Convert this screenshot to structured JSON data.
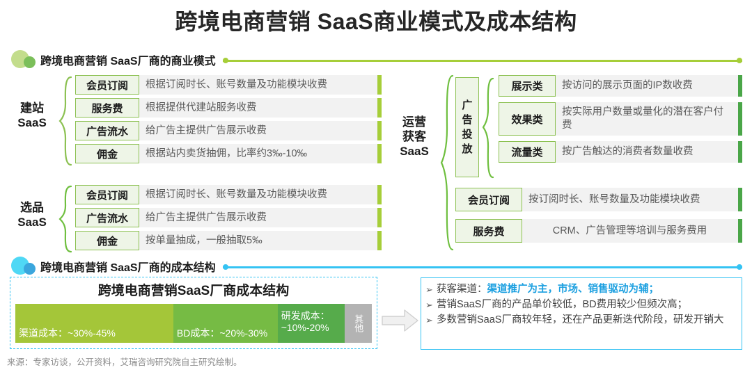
{
  "page": {
    "title": "跨境电商营销 SaaS商业模式及成本结构",
    "source": "来源：专家访谈，公开资料，艾瑞咨询研究院自主研究绘制。"
  },
  "colors": {
    "green_accent": "#a6ce39",
    "green_border": "#8cc152",
    "green_tag_fill": "#eef5e7",
    "row_fill": "#f2f2f2",
    "cyan": "#35c3f3",
    "cyan_text": "#1a9fe0",
    "bubble_green_large": "#c3dd8c",
    "bubble_green_small": "#7bbf5a",
    "bubble_cyan_large": "#4fd8f5",
    "bubble_cyan_small": "#3aa6dd"
  },
  "sections": [
    {
      "id": "business-model",
      "title": "跨境电商营销 SaaS厂商的商业模式",
      "icon": "two-circles-green-icon",
      "rule_color": "#a6ce39"
    },
    {
      "id": "cost-structure",
      "title": "跨境电商营销 SaaS厂商的成本结构",
      "icon": "two-circles-cyan-icon",
      "rule_color": "#35c3f3"
    }
  ],
  "business_model": {
    "groups": [
      {
        "name": "建站\nSaaS",
        "name_line1": "建站",
        "name_line2": "SaaS",
        "rows": [
          {
            "tag": "会员订阅",
            "desc": "根据订阅时长、账号数量及功能模块收费"
          },
          {
            "tag": "服务费",
            "desc": "根据提供代建站服务收费"
          },
          {
            "tag": "广告流水",
            "desc": "给广告主提供广告展示收费"
          },
          {
            "tag": "佣金",
            "desc": "根据站内卖货抽佣，比率约3‰-10‰"
          }
        ]
      },
      {
        "name_line1": "选品",
        "name_line2": "SaaS",
        "rows": [
          {
            "tag": "会员订阅",
            "desc": "根据订阅时长、账号数量及功能模块收费"
          },
          {
            "tag": "广告流水",
            "desc": "给广告主提供广告展示收费"
          },
          {
            "tag": "佣金",
            "desc": "按单量抽成，一般抽取5‰"
          }
        ]
      },
      {
        "name_line1": "运营",
        "name_line2": "获客",
        "name_line3": "SaaS",
        "sub_label": "广告投放",
        "sub_label_chars": [
          "广",
          "告",
          "投",
          "放"
        ],
        "sub_rows": [
          {
            "tag": "展示类",
            "desc": "按访问的展示页面的IP数收费"
          },
          {
            "tag": "效果类",
            "desc": "按实际用户数量或量化的潜在客户付费"
          },
          {
            "tag": "流量类",
            "desc": "按广告触达的消费者数量收费"
          }
        ],
        "rows": [
          {
            "tag": "会员订阅",
            "desc": "按订阅时长、账号数量及功能模块收费"
          },
          {
            "tag": "服务费",
            "desc": "CRM、广告管理等培训与服务费用"
          }
        ]
      }
    ]
  },
  "chart_data": {
    "type": "bar",
    "title": "跨境电商营销SaaS厂商成本结构",
    "orientation": "horizontal-stacked",
    "categories": [
      "渠道成本",
      "BD成本",
      "研发成本",
      "其他"
    ],
    "labels": [
      "渠道成本：~30%-45%",
      "BD成本：~20%-30%",
      "研发成本：\n~10%-20%",
      "其他"
    ],
    "segments": [
      {
        "label": "渠道成本：~30%-45%",
        "label_line1": "渠道成本：~30%-45%",
        "range": "30%-45%",
        "width_pct": 45,
        "color": "#a4c639"
      },
      {
        "label": "BD成本：~20%-30%",
        "label_line1": "BD成本：~20%-30%",
        "range": "20%-30%",
        "width_pct": 29,
        "color": "#76bb44"
      },
      {
        "label": "研发成本：~10%-20%",
        "label_line1": "研发成本：",
        "label_line2": "~10%-20%",
        "range": "10%-20%",
        "width_pct": 18,
        "color": "#56ab4b"
      },
      {
        "label": "其他",
        "label_line1": "其他",
        "range": "",
        "width_pct": 8,
        "color": "#b3b3b3"
      }
    ],
    "values": [
      45,
      29,
      18,
      8
    ],
    "xlabel": "",
    "ylabel": "",
    "grid": false,
    "legend": "none"
  },
  "notes": {
    "items": [
      {
        "marker": "➢",
        "pre": "获客渠道：",
        "highlight": "渠道推广为主，市场、销售驱动为辅；",
        "post": ""
      },
      {
        "marker": "➢",
        "pre": "营销SaaS厂商的产品单价较低，BD费用较少但频次高；",
        "highlight": "",
        "post": ""
      },
      {
        "marker": "➢",
        "pre": "多数营销SaaS厂商较年轻，还在产品更新迭代阶段，研发开销大",
        "highlight": "",
        "post": ""
      }
    ]
  }
}
